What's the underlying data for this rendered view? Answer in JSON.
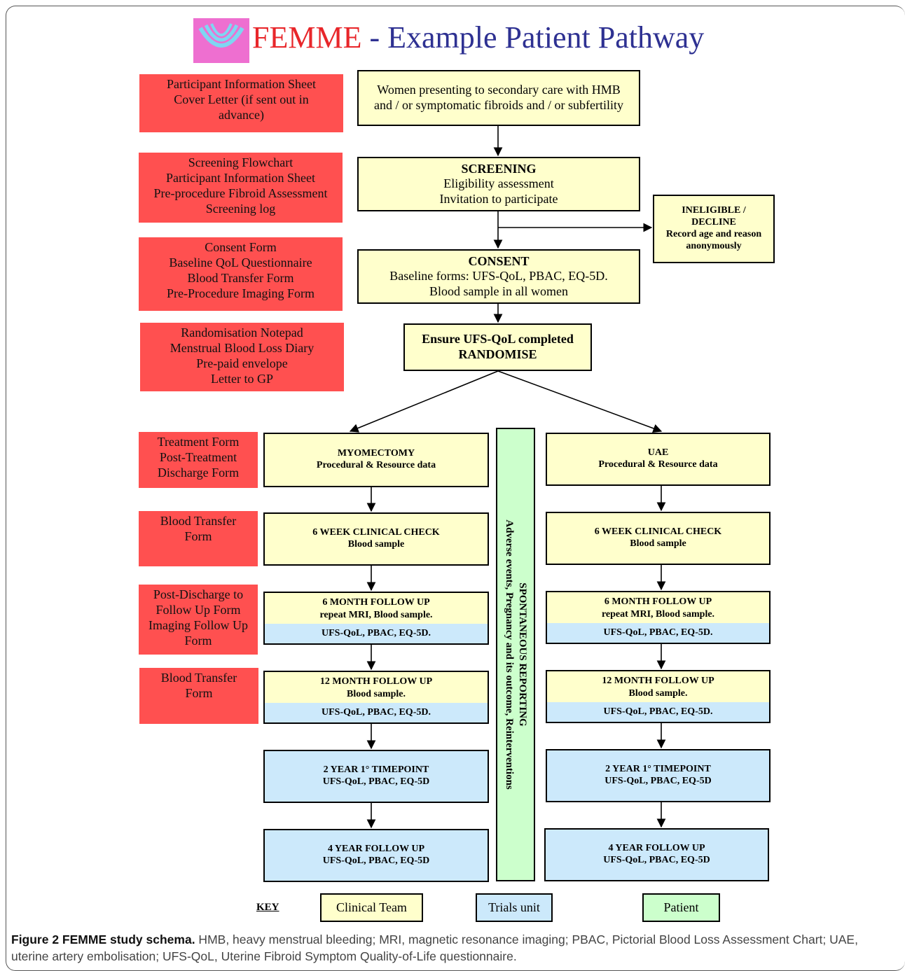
{
  "title": {
    "brand": "FEMME",
    "separator": " - ",
    "rest": "Example Patient Pathway"
  },
  "documents": [
    [
      "Participant Information Sheet",
      "Cover Letter (if sent out in",
      "advance)"
    ],
    [
      "Screening Flowchart",
      "Participant Information Sheet",
      "Pre-procedure Fibroid Assessment",
      "Screening log"
    ],
    [
      "Consent Form",
      "Baseline QoL Questionnaire",
      "Blood Transfer Form",
      "Pre-Procedure Imaging Form"
    ],
    [
      "Randomisation Notepad",
      "Menstrual Blood Loss Diary",
      "Pre-paid envelope",
      "Letter to GP"
    ],
    [
      "Treatment Form",
      "Post-Treatment",
      "Discharge Form"
    ],
    [
      "Blood Transfer",
      "Form"
    ],
    [
      "Post-Discharge to",
      "Follow Up Form",
      "Imaging Follow Up",
      "Form"
    ],
    [
      "Blood Transfer",
      "Form"
    ]
  ],
  "pathway": {
    "entry": [
      "Women presenting to secondary care with HMB",
      "and / or symptomatic fibroids and  / or subfertility"
    ],
    "screening": {
      "heading": "SCREENING",
      "lines": [
        "Eligibility assessment",
        "Invitation to participate"
      ]
    },
    "ineligible": {
      "heading": [
        "INELIGIBLE /",
        "DECLINE"
      ],
      "lines": [
        "Record age and reason",
        "anonymously"
      ]
    },
    "consent": {
      "heading": "CONSENT",
      "lines": [
        "Baseline forms: UFS-QoL, PBAC, EQ-5D.",
        "Blood sample in all women"
      ]
    },
    "randomise": [
      "Ensure UFS-QoL completed",
      "RANDOMISE"
    ]
  },
  "arms": {
    "left": {
      "treatment": [
        "MYOMECTOMY",
        "Procedural & Resource data"
      ],
      "week6": [
        "6 WEEK CLINICAL CHECK",
        "Blood sample"
      ],
      "month6": {
        "top": [
          "6 MONTH FOLLOW UP",
          "repeat MRI, Blood sample."
        ],
        "bottom": "UFS-QoL, PBAC, EQ-5D."
      },
      "month12": {
        "top": [
          "12 MONTH FOLLOW UP",
          "Blood sample."
        ],
        "bottom": "UFS-QoL, PBAC, EQ-5D."
      },
      "year2": [
        "2 YEAR 1° TIMEPOINT",
        "UFS-QoL, PBAC, EQ-5D"
      ],
      "year4": [
        "4 YEAR FOLLOW UP",
        "UFS-QoL, PBAC, EQ-5D"
      ]
    },
    "right": {
      "treatment": [
        "UAE",
        "Procedural & Resource data"
      ],
      "week6": [
        "6 WEEK CLINICAL CHECK",
        "Blood sample"
      ],
      "month6": {
        "top": [
          "6 MONTH FOLLOW UP",
          "repeat MRI, Blood sample."
        ],
        "bottom": "UFS-QoL, PBAC, EQ-5D."
      },
      "month12": {
        "top": [
          "12 MONTH FOLLOW UP",
          "Blood sample."
        ],
        "bottom": "UFS-QoL, PBAC, EQ-5D."
      },
      "year2": [
        "2 YEAR 1° TIMEPOINT",
        "UFS-QoL, PBAC, EQ-5D"
      ],
      "year4": [
        "4 YEAR FOLLOW UP",
        "UFS-QoL, PBAC, EQ-5D"
      ]
    }
  },
  "spontaneous": [
    "SPONTANEOUS REPORTING",
    "Adverse events, Pregnancy and its outcome, Reinterventions"
  ],
  "key": {
    "label": "KEY",
    "items": [
      "Clinical Team",
      "Trials unit",
      "Patient"
    ]
  },
  "caption": {
    "bold": "Figure 2 FEMME study schema.",
    "text": " HMB, heavy menstrual bleeding; MRI, magnetic resonance imaging; PBAC, Pictorial Blood Loss Assessment Chart; UAE, uterine artery embolisation; UFS-QoL, Uterine Fibroid Symptom Quality-of-Life questionnaire."
  },
  "colors": {
    "clinical": "#ffffcc",
    "trials": "#cce9fb",
    "patient": "#ccffcc",
    "documents": "#ff5050",
    "title_brand": "#e8262a",
    "title_rest": "#2e3192"
  }
}
